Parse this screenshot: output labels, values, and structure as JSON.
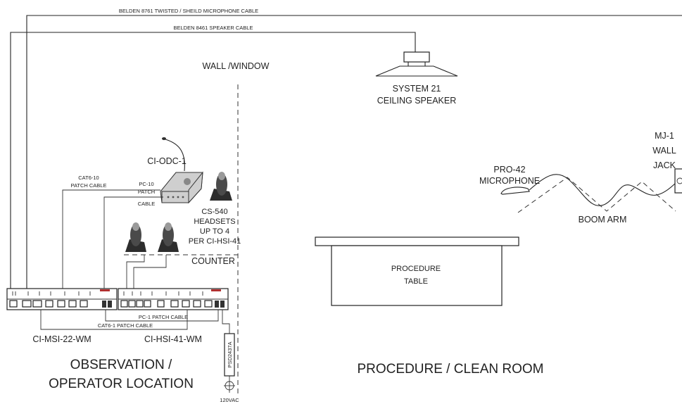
{
  "cables": {
    "mic_cable": "BELDEN 8761 TWISTED / SHEILD MICROPHONE CABLE",
    "speaker_cable": "BELDEN 8461 SPEAKER CABLE",
    "cat6_10_line1": "CAT6-10",
    "cat6_10_line2": "PATCH CABLE",
    "pc10_line1": "PC-10",
    "pc10_line2": "PATCH",
    "pc10_line3": "CABLE",
    "pc1": "PC-1 PATCH CABLE",
    "cat6_1": "CAT6-1 PATCH CABLE"
  },
  "labels": {
    "wall": "WALL /WINDOW",
    "speaker_line1": "SYSTEM 21",
    "speaker_line2": "CEILING SPEAKER",
    "odc": "CI-ODC-1",
    "headsets_line1": "CS-540",
    "headsets_line2": "HEADSETS",
    "headsets_line3": "UP TO 4",
    "headsets_line4": "PER CI-HSI-41",
    "counter": "COUNTER",
    "msi": "CI-MSI-22-WM",
    "hsi": "CI-HSI-41-WM",
    "psu": "PSD2437A",
    "vac": "120VAC",
    "observation_line1": "OBSERVATION /",
    "observation_line2": "OPERATOR LOCATION",
    "table_line1": "PROCEDURE",
    "table_line2": "TABLE",
    "clean_room": "PROCEDURE / CLEAN ROOM",
    "mic_line1": "PRO-42",
    "mic_line2": "MICROPHONE",
    "boom": "BOOM ARM",
    "jack_line1": "MJ-1",
    "jack_line2": "WALL",
    "jack_line3": "JACK"
  }
}
